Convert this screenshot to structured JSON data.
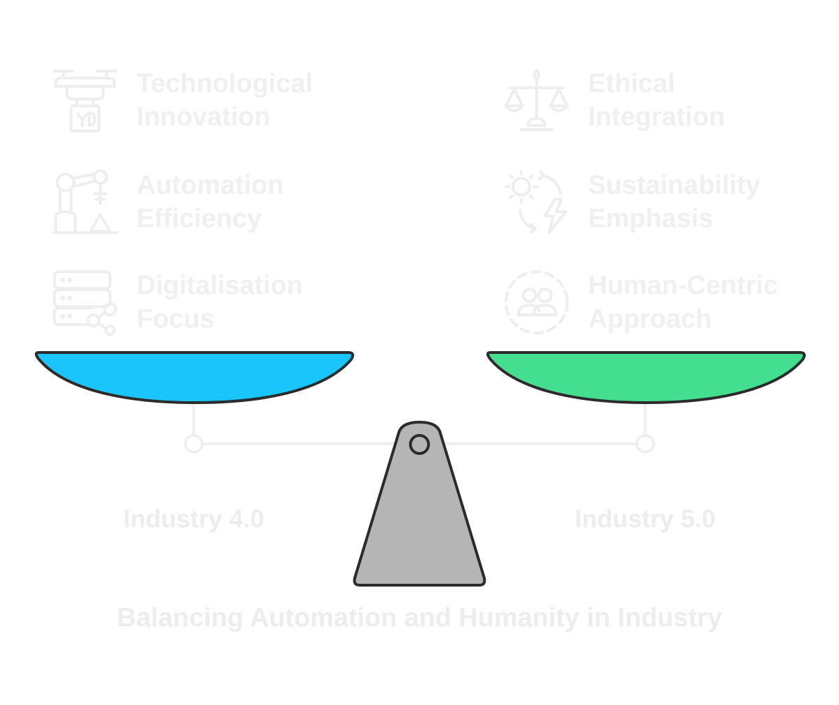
{
  "left": {
    "label": "Industry 4.0",
    "pan_color": "#1ac5fc",
    "items": [
      {
        "line1": "Technological",
        "line2": "Innovation",
        "icon": "drone-icon"
      },
      {
        "line1": "Automation",
        "line2": "Efficiency",
        "icon": "robot-arm-icon"
      },
      {
        "line1": "Digitalisation",
        "line2": "Focus",
        "icon": "server-network-icon"
      }
    ]
  },
  "right": {
    "label": "Industry 5.0",
    "pan_color": "#44de91",
    "items": [
      {
        "line1": "Ethical",
        "line2": "Integration",
        "icon": "balance-scale-icon"
      },
      {
        "line1": "Sustainability",
        "line2": "Emphasis",
        "icon": "sun-energy-cycle-icon"
      },
      {
        "line1": "Human-Centric",
        "line2": "Approach",
        "icon": "people-group-icon"
      }
    ]
  },
  "fulcrum_color": "#b5b5b5",
  "caption": "Balancing Automation and Humanity in Industry"
}
